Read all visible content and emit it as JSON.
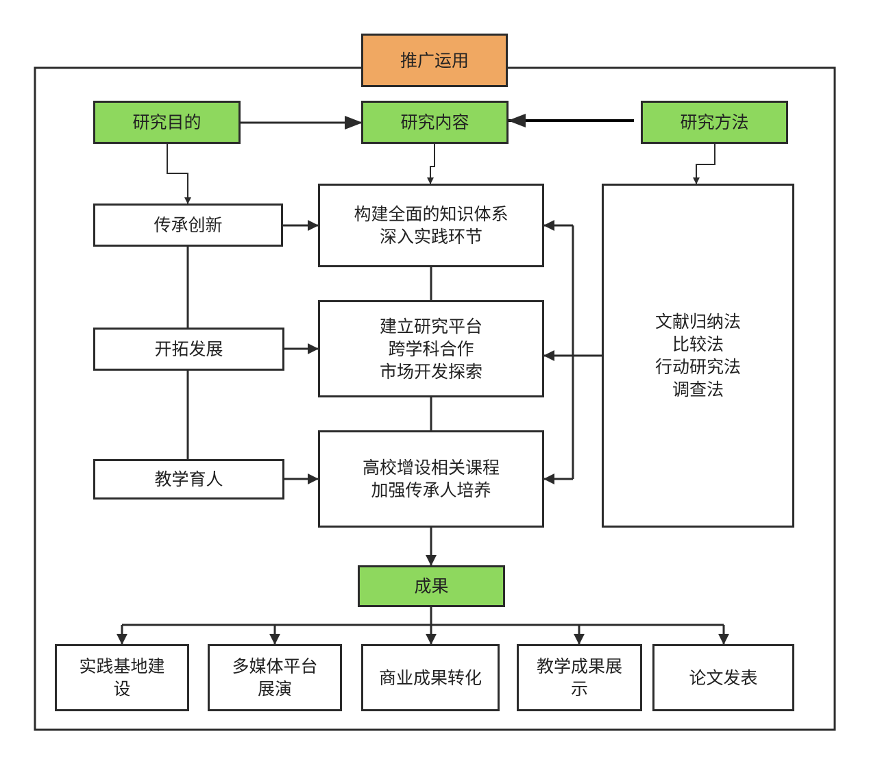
{
  "colors": {
    "stroke": "#2b2b2b",
    "header_fill": "#8ed85e",
    "top_fill": "#f0a862",
    "box_fill": "#ffffff"
  },
  "top": {
    "label": "推广运用"
  },
  "headers": {
    "purpose": "研究目的",
    "content": "研究内容",
    "method": "研究方法",
    "result": "成果"
  },
  "purpose_items": [
    "传承创新",
    "开拓发展",
    "教学育人"
  ],
  "content_items": [
    [
      "构建全面的知识体系",
      "深入实践环节"
    ],
    [
      "建立研究平台",
      "跨学科合作",
      "市场开发探索"
    ],
    [
      "高校增设相关课程",
      "加强传承人培养"
    ]
  ],
  "method_items": [
    "文献归纳法",
    "比较法",
    "行动研究法",
    "调查法"
  ],
  "results": [
    [
      "实践基地建",
      "设"
    ],
    [
      "多媒体平台",
      "展演"
    ],
    [
      "商业成果转化"
    ],
    [
      "教学成果展",
      "示"
    ],
    [
      "论文发表"
    ]
  ]
}
